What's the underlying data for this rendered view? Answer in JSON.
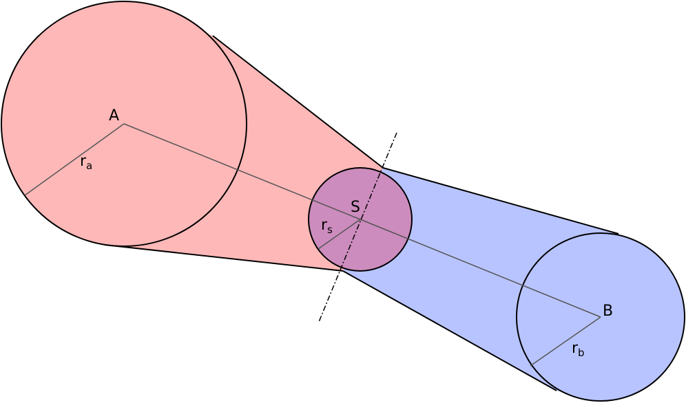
{
  "colors": {
    "region_a_fill": "#ffb8b8",
    "region_b_fill": "#b8c4ff",
    "overlap_fill": "#cc8cbd",
    "outline": "#000000",
    "construction_line": "#555555"
  },
  "labels": {
    "center_a": "A",
    "center_b": "B",
    "center_s": "S",
    "radius_a": {
      "base": "r",
      "sub": "a"
    },
    "radius_b": {
      "base": "r",
      "sub": "b"
    },
    "radius_s": {
      "base": "r",
      "sub": "s"
    }
  }
}
